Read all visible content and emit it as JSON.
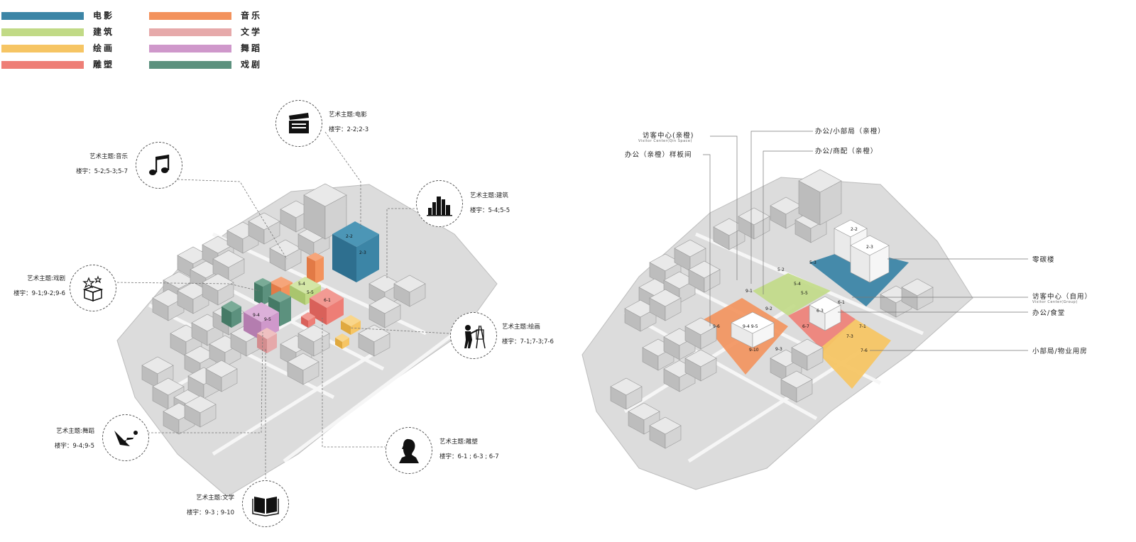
{
  "legend": [
    {
      "label": "电影",
      "color": "#3c85a6"
    },
    {
      "label": "建筑",
      "color": "#c1da86"
    },
    {
      "label": "绘画",
      "color": "#f6c564"
    },
    {
      "label": "雕塑",
      "color": "#ee7e76"
    },
    {
      "label": "音乐",
      "color": "#f3925c"
    },
    {
      "label": "文学",
      "color": "#e6a9aa"
    },
    {
      "label": "舞蹈",
      "color": "#cf98cb"
    },
    {
      "label": "戏剧",
      "color": "#5c917e"
    }
  ],
  "callouts": [
    {
      "theme": "艺术主题:电影",
      "floors": "楼宇：2-2;2-3",
      "icon": "clapperboard-icon"
    },
    {
      "theme": "艺术主题:音乐",
      "floors": "楼宇：5-2;5-3;5-7",
      "icon": "music-notes-icon"
    },
    {
      "theme": "艺术主题:建筑",
      "floors": "楼宇：5-4;5-5",
      "icon": "skyline-icon"
    },
    {
      "theme": "艺术主题:戏剧",
      "floors": "楼宇：9-1;9-2;9-6",
      "icon": "magic-box-icon"
    },
    {
      "theme": "艺术主题:绘画",
      "floors": "楼宇：7-1;7-3;7-6",
      "icon": "painter-icon"
    },
    {
      "theme": "艺术主题:舞蹈",
      "floors": "楼宇：9-4;9-5",
      "icon": "dancer-icon"
    },
    {
      "theme": "艺术主题:雕塑",
      "floors": "楼宇：6-1 ; 6-3 ; 6-7",
      "icon": "bust-icon"
    },
    {
      "theme": "艺术主题:文学",
      "floors": "楼宇：9-3 ; 9-10",
      "icon": "book-icon"
    }
  ],
  "left_block_labels": [
    "2-2",
    "2-3",
    "5-4",
    "5-5",
    "6-1",
    "9-4",
    "9-5"
  ],
  "right_labels": {
    "visitor_qin": "访客中心(亲橙)",
    "visitor_qin_en": "Visitor Center(Qin Space)",
    "office_sample": "办公（亲橙）样板间",
    "office_xiaobu": "办公/小部局（亲橙）",
    "office_shangpei": "办公/商配（亲橙）",
    "zero_carbon": "零碳楼",
    "visitor_self": "访客中心（自用）",
    "visitor_self_en": "Visitor Center(Group)",
    "office_canteen": "办公/食堂",
    "xiaobu_property": "小部局/物业用房"
  },
  "right_block_labels": [
    "2-2",
    "2-3",
    "5-4",
    "5-5",
    "6-1",
    "6-3",
    "6-7",
    "7-1",
    "7-3",
    "7-6",
    "9-1",
    "9-2",
    "9-3",
    "9-4 9-5",
    "9-6",
    "9-10",
    "5-2",
    "5-3"
  ]
}
